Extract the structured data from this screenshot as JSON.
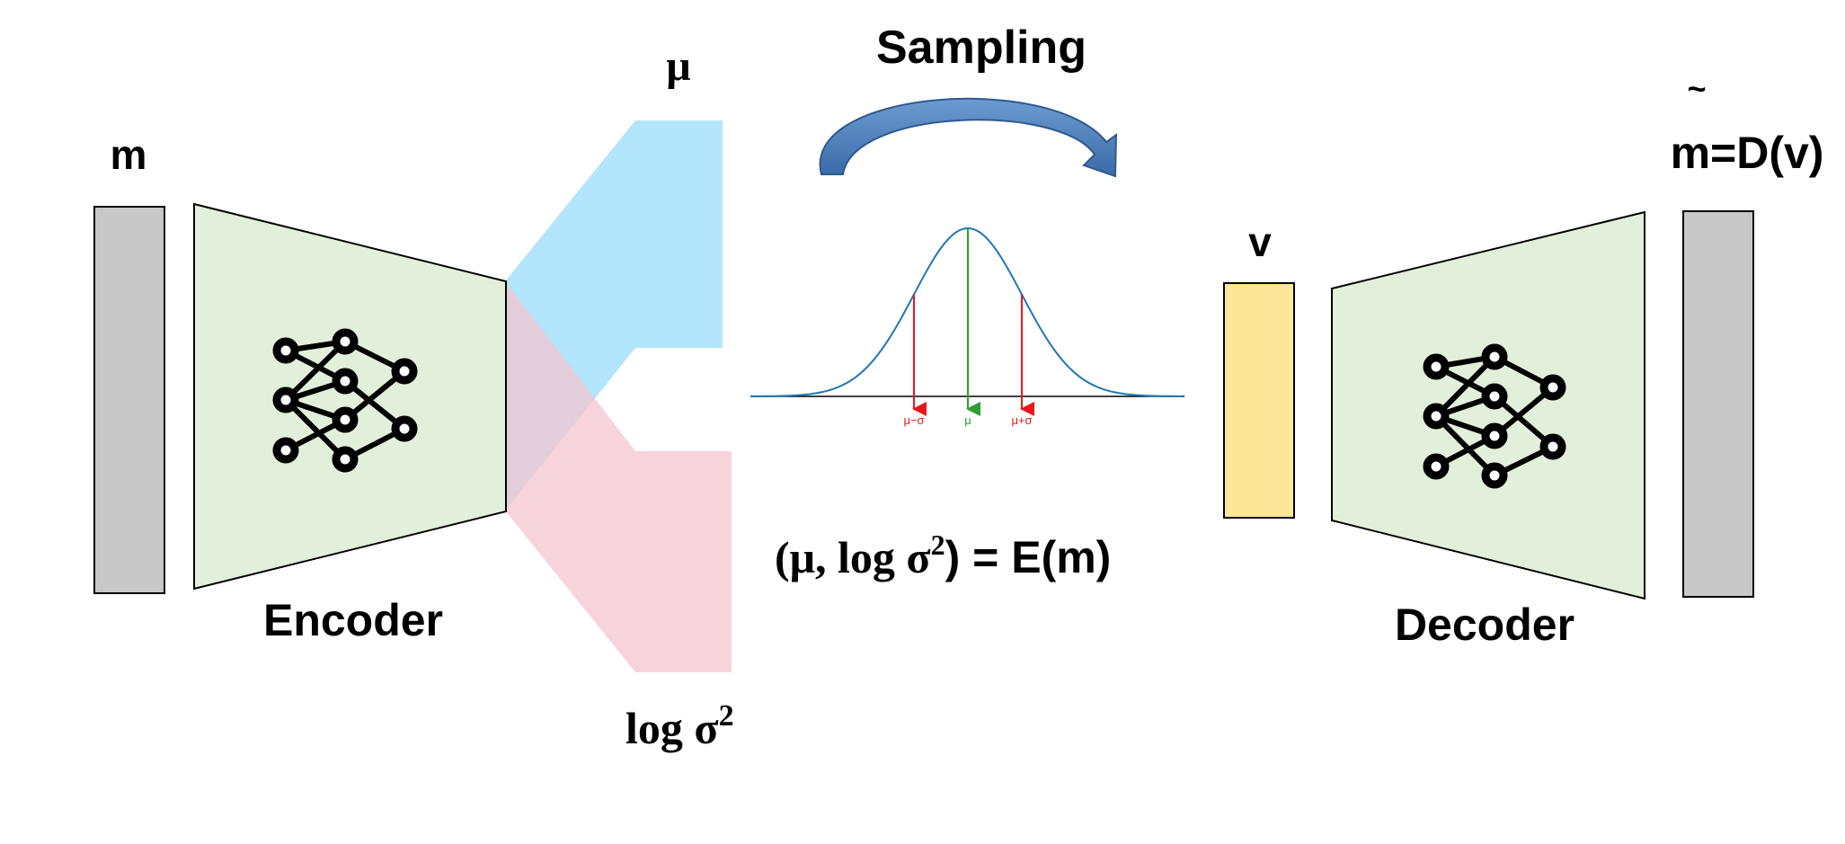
{
  "labels": {
    "input": "m",
    "encoder": "Encoder",
    "mu": "μ",
    "logvar_prefix": "log σ",
    "logvar_sup": "2",
    "sampling": "Sampling",
    "equation_left": "(μ, log σ",
    "equation_sup": "2",
    "equation_right": ") = E(m)",
    "latent": "v",
    "decoder": "Decoder",
    "output": "m=D(v)",
    "output_accent": "~"
  },
  "gaussian": {
    "tick_minus_sigma": "μ−σ",
    "tick_mu": "μ",
    "tick_plus_sigma": "μ+σ"
  },
  "colors": {
    "gray_block": "#c8c8c8",
    "encoder_fill": "#e2efda",
    "mu_blue": "#99dcfb",
    "logvar_pink": "#f4c6d0",
    "latent_yellow": "#fee699",
    "arrow_blue": "#4a7bb7",
    "curve_blue": "#1f77b4",
    "red": "#e8171b",
    "green": "#2ca02c"
  }
}
